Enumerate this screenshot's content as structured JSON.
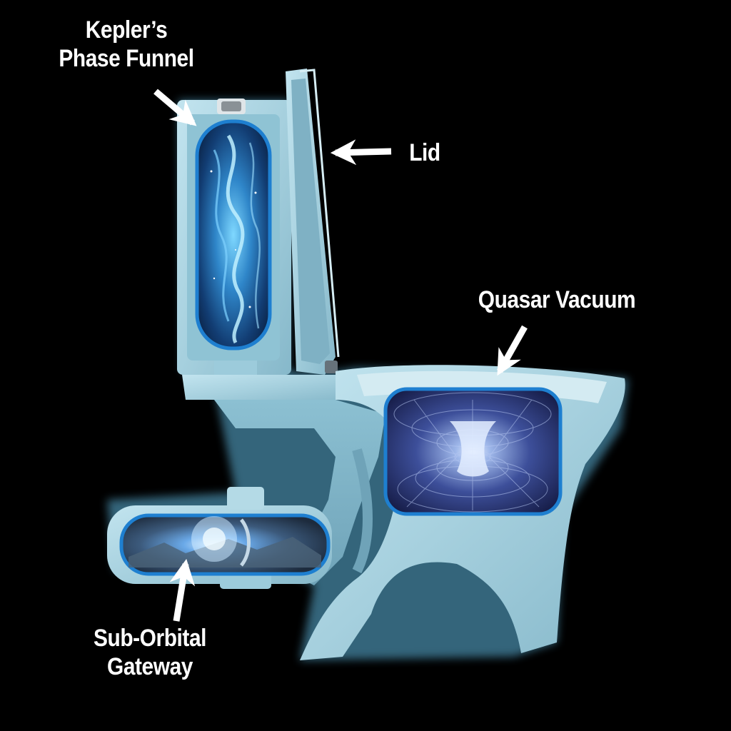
{
  "labels": {
    "phase_funnel": [
      "Kepler’s",
      "Phase Funnel"
    ],
    "lid": "Lid",
    "quasar_vacuum": "Quasar Vacuum",
    "sub_orbital": [
      "Sub-Orbital",
      "Gateway"
    ]
  },
  "colors": {
    "background": "#000000",
    "porcelain": "#a9d3e0",
    "porcelain_dark": "#7fb1c4",
    "porcelain_inner": "#8cc0d2",
    "glow": "#9fe3ff",
    "window_border": "#1e7fd0",
    "label": "#ffffff"
  }
}
